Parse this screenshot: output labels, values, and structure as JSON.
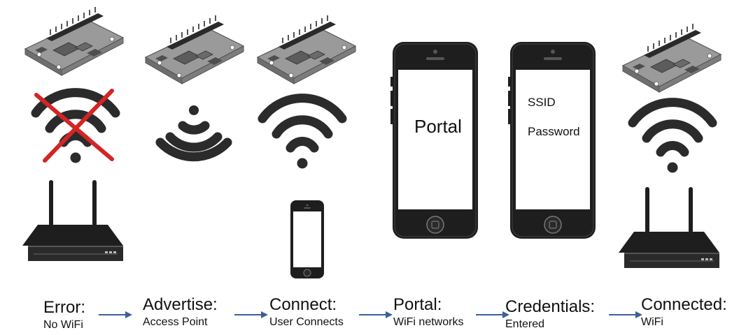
{
  "steps": [
    {
      "title": "Error:",
      "subtitle": "No WiFi"
    },
    {
      "title": "Advertise:",
      "subtitle": "Access Point"
    },
    {
      "title": "Connect:",
      "subtitle": "User Connects"
    },
    {
      "title": "Portal:",
      "subtitle": "WiFi networks"
    },
    {
      "title": "Credentials:",
      "subtitle": "Entered"
    },
    {
      "title": "Connected:",
      "subtitle": "WiFi"
    }
  ],
  "portal_screen": {
    "text": "Portal"
  },
  "credentials_screen": {
    "ssid": "SSID",
    "password": "Password"
  },
  "colors": {
    "arrow": "#3a5f9a",
    "cross": "#d22525",
    "icon": "#2b2b2b",
    "board": "#8a8a8a",
    "phone": "#1e1e1e"
  },
  "icons": [
    "board-icon",
    "wifi-icon",
    "wifi-broadcast-icon",
    "cross-icon",
    "router-icon",
    "phone-icon",
    "arrow-icon"
  ]
}
